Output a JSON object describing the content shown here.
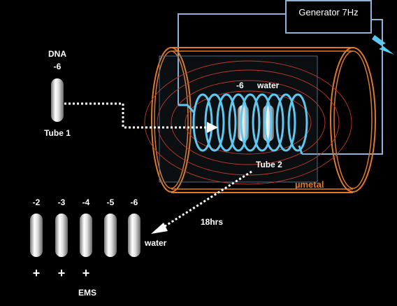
{
  "generator": {
    "label": "Generator 7Hz"
  },
  "tube1": {
    "top_label": "DNA",
    "dilution": "-6",
    "name": "Tube 1"
  },
  "tube2": {
    "dilution": "-6",
    "medium": "water",
    "name": "Tube 2"
  },
  "shield": {
    "label": "µmetal"
  },
  "transfer": {
    "duration": "18hrs"
  },
  "dilution_row": {
    "labels": [
      "-2",
      "-3",
      "-4",
      "-5",
      "-6"
    ],
    "plus_signs": [
      "+",
      "+",
      "+"
    ],
    "water_label": "water",
    "ems_label": "EMS"
  },
  "colors": {
    "background": "#000000",
    "shield_orange": "#e07a2a",
    "coil_blue": "#5ec8f0",
    "field_lines": "#c0392b",
    "wire": "#8ab4d8",
    "text": "#ffffff"
  }
}
